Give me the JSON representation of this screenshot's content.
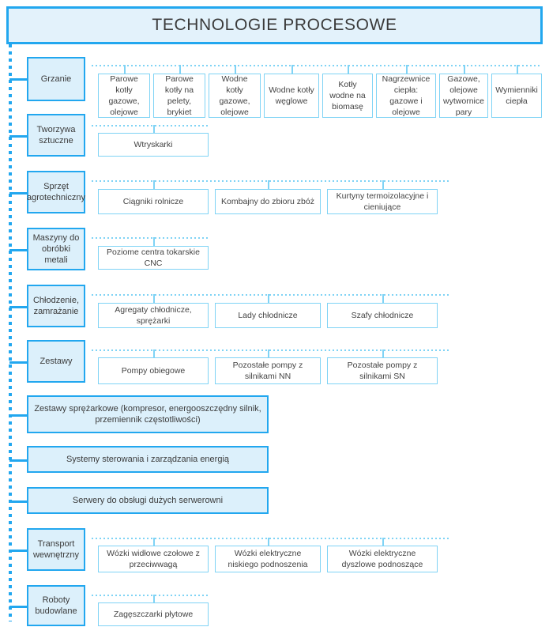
{
  "header": {
    "title": "TECHNOLOGIE PROCESOWE"
  },
  "colors": {
    "accent": "#22a7ef",
    "accent_light": "#7fd3f5",
    "category_fill": "#dcf0fb",
    "title_fill": "#e3f2fb",
    "child_fill": "#ffffff",
    "text": "#3b3b3b"
  },
  "rows": [
    {
      "category": "Grzanie",
      "children": [
        "Parowe kotły gazowe, olejowe",
        "Parowe kotły na pelety, brykiet",
        "Wodne kotły gazowe, olejowe",
        "Wodne kotły węglowe",
        "Kotły wodne na biomasę",
        "Nagrzewnice ciepła: gazowe i olejowe",
        "Gazowe, olejowe wytwornice pary",
        "Wymienniki ciepła"
      ]
    },
    {
      "category": "Tworzywa sztuczne",
      "children": [
        "Wtryskarki"
      ]
    },
    {
      "category": "Sprzęt agrotechniczny",
      "children": [
        "Ciągniki rolnicze",
        "Kombajny do zbioru zbóż",
        "Kurtyny termoizolacyjne i cieniujące"
      ]
    },
    {
      "category": "Maszyny do obróbki metali",
      "children": [
        "Poziome centra tokarskie CNC"
      ]
    },
    {
      "category": "Chłodzenie, zamrażanie",
      "children": [
        "Agregaty chłodnicze, sprężarki",
        "Lady chłodnicze",
        "Szafy chłodnicze"
      ]
    },
    {
      "category": "Zestawy",
      "children": [
        "Pompy obiegowe",
        "Pozostałe pompy z silnikami NN",
        "Pozostałe pompy z silnikami SN"
      ]
    },
    {
      "category": "Zestawy sprężarkowe (kompresor, energooszczędny silnik, przemiennik częstotliwości)",
      "children": []
    },
    {
      "category": "Systemy sterowania i zarządzania energią",
      "children": []
    },
    {
      "category": "Serwery do obsługi dużych serwerowni",
      "children": []
    },
    {
      "category": "Transport wewnętrzny",
      "children": [
        "Wózki widłowe czołowe z przeciwwagą",
        "Wózki elektryczne niskiego podnoszenia",
        "Wózki elektryczne dyszlowe podnoszące"
      ]
    },
    {
      "category": "Roboty budowlane",
      "children": [
        "Zagęszczarki płytowe"
      ]
    }
  ]
}
